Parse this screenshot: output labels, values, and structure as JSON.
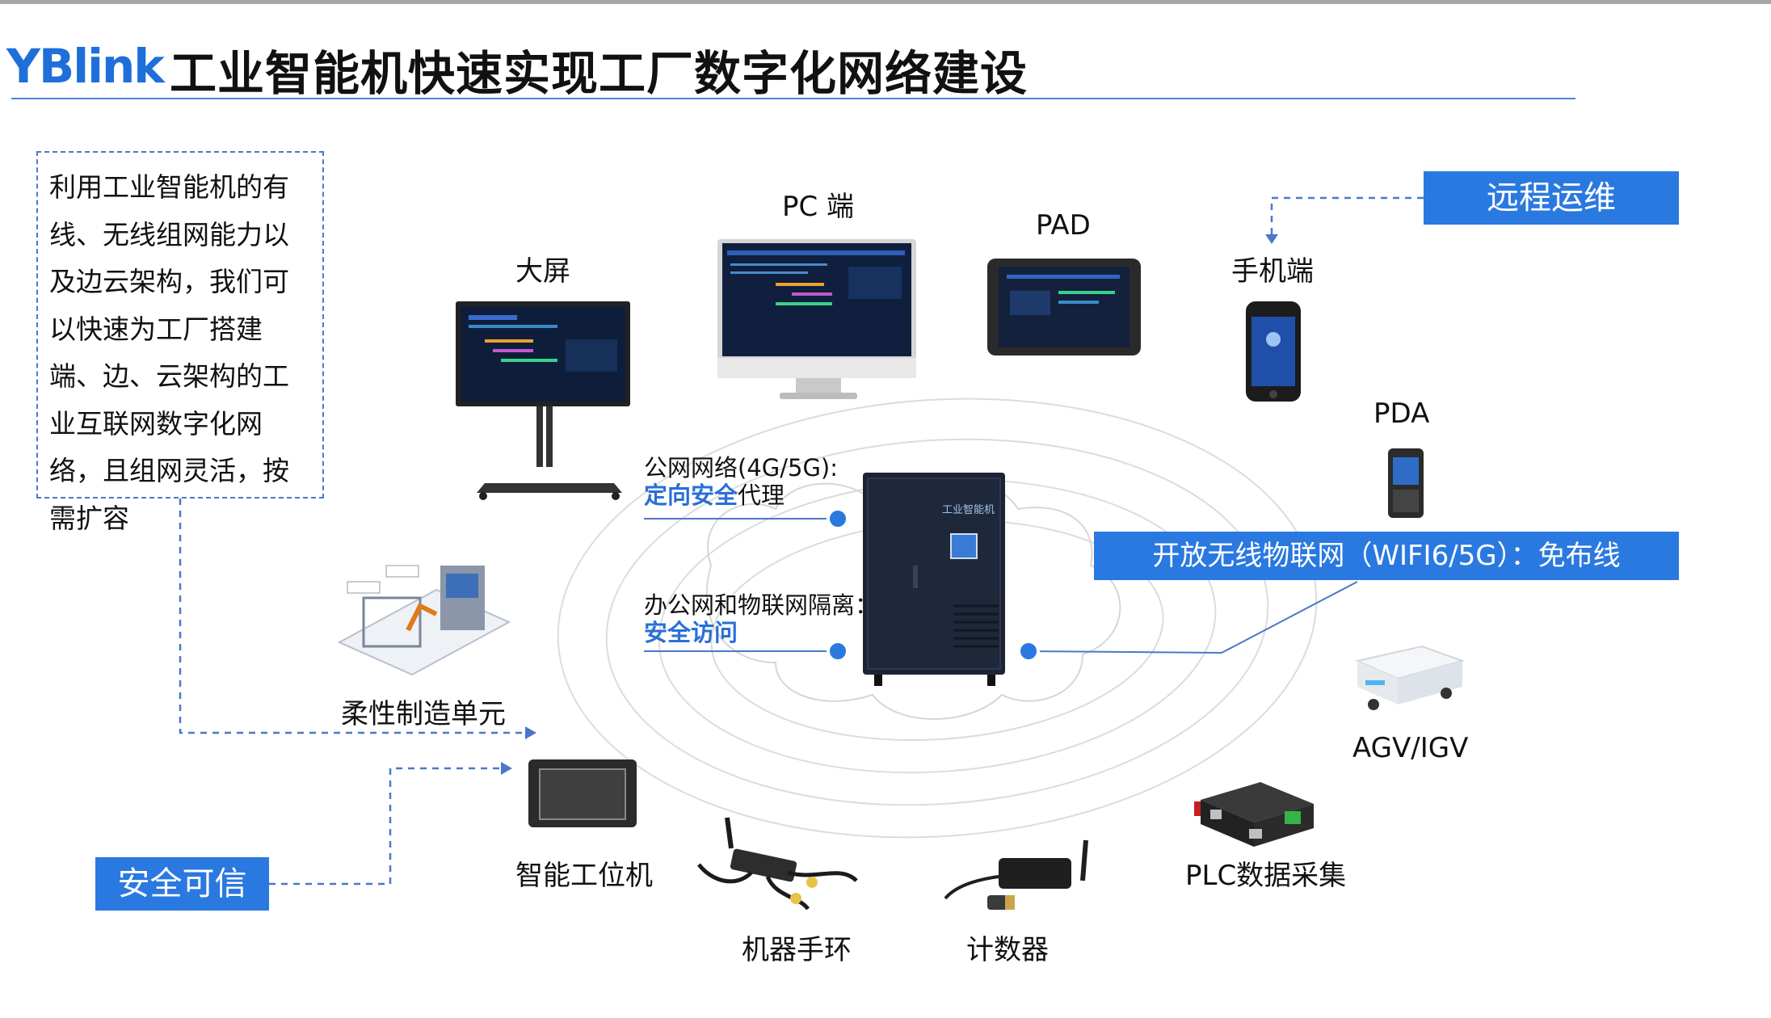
{
  "colors": {
    "accent": "#2a79e0",
    "dark_device": "#1a2130",
    "dash_line": "#4a78c9"
  },
  "header": {
    "logo": "YBlink",
    "title": "工业智能机快速实现工厂数字化网络建设"
  },
  "intro_text": "利用工业智能机的有线、无线组网能力以及边云架构，我们可以快速为工厂搭建端、边、云架构的工业互联网数字化网络，且组网灵活，按需扩容",
  "boxes": {
    "remote_ops": "远程运维",
    "wireless_iot": "开放无线物联网（WIFI6/5G）：免布线",
    "secure": "安全可信"
  },
  "notes": {
    "public_net_line1": "公网网络(4G/5G):",
    "public_net_hl": "定向安全",
    "public_net_tail": "代理",
    "office_line1": "办公网和物联网隔离：",
    "office_hl": "安全访问"
  },
  "devices": {
    "big_screen": "大屏",
    "pc": "PC 端",
    "pad": "PAD",
    "phone": "手机端",
    "pda": "PDA",
    "flex_cell": "柔性制造单元",
    "workstation": "智能工位机",
    "wristband": "机器手环",
    "counter": "计数器",
    "plc": "PLC数据采集",
    "agv": "AGV/IGV"
  },
  "cabinet_label": "工业智能机"
}
